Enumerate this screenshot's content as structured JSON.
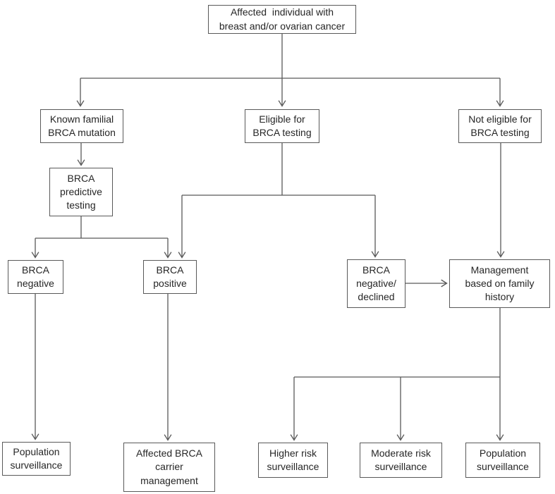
{
  "diagram": {
    "type": "flowchart",
    "topic": "BRCA testing pathway for affected individuals with breast and/or ovarian cancer",
    "nodes": [
      {
        "id": "affected-individual",
        "label": "Affected  individual with\nbreast and/or ovarian cancer"
      },
      {
        "id": "known-familial-brca-mutation",
        "label": "Known familial\nBRCA mutation"
      },
      {
        "id": "eligible-for-brca-testing",
        "label": "Eligible for\nBRCA testing"
      },
      {
        "id": "not-eligible-for-brca-testing",
        "label": "Not eligible for\nBRCA testing"
      },
      {
        "id": "brca-predictive-testing",
        "label": "BRCA\npredictive\ntesting"
      },
      {
        "id": "brca-negative",
        "label": "BRCA\nnegative"
      },
      {
        "id": "brca-positive",
        "label": "BRCA\npositive"
      },
      {
        "id": "brca-negative-declined",
        "label": "BRCA\nnegative/\ndeclined"
      },
      {
        "id": "management-based-on-family-history",
        "label": "Management\nbased on family\nhistory"
      },
      {
        "id": "population-surveillance-left",
        "label": "Population\nsurveillance"
      },
      {
        "id": "affected-brca-carrier-management",
        "label": "Affected BRCA\ncarrier\nmanagement"
      },
      {
        "id": "higher-risk-surveillance",
        "label": "Higher risk\nsurveillance"
      },
      {
        "id": "moderate-risk-surveillance",
        "label": "Moderate risk\nsurveillance"
      },
      {
        "id": "population-surveillance-right",
        "label": "Population\nsurveillance"
      }
    ],
    "edges": [
      {
        "from": "affected-individual",
        "to": "known-familial-brca-mutation"
      },
      {
        "from": "affected-individual",
        "to": "eligible-for-brca-testing"
      },
      {
        "from": "affected-individual",
        "to": "not-eligible-for-brca-testing"
      },
      {
        "from": "known-familial-brca-mutation",
        "to": "brca-predictive-testing"
      },
      {
        "from": "brca-predictive-testing",
        "to": "brca-negative"
      },
      {
        "from": "brca-predictive-testing",
        "to": "brca-positive"
      },
      {
        "from": "eligible-for-brca-testing",
        "to": "brca-positive"
      },
      {
        "from": "eligible-for-brca-testing",
        "to": "brca-negative-declined"
      },
      {
        "from": "brca-negative-declined",
        "to": "management-based-on-family-history"
      },
      {
        "from": "not-eligible-for-brca-testing",
        "to": "management-based-on-family-history"
      },
      {
        "from": "management-based-on-family-history",
        "to": "higher-risk-surveillance"
      },
      {
        "from": "management-based-on-family-history",
        "to": "moderate-risk-surveillance"
      },
      {
        "from": "management-based-on-family-history",
        "to": "population-surveillance-right"
      },
      {
        "from": "brca-negative",
        "to": "population-surveillance-left"
      },
      {
        "from": "brca-positive",
        "to": "affected-brca-carrier-management"
      }
    ]
  },
  "colors": {
    "background": "#ffffff",
    "box_border": "#595959",
    "line": "#595959",
    "text": "#262626"
  }
}
